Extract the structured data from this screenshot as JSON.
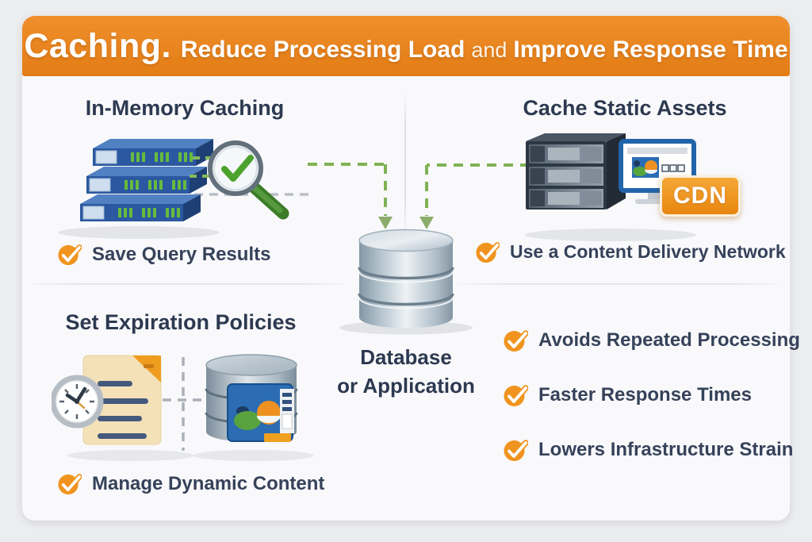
{
  "header": {
    "title": "Caching.",
    "subtitle_bold": "Reduce Processing Load",
    "subtitle_connector": "and",
    "subtitle_tail": "Improve Response Time"
  },
  "quadrants": {
    "in_memory": {
      "title": "In-Memory Caching",
      "bullet": "Save Query Results"
    },
    "static_assets": {
      "title": "Cache Static Assets",
      "badge": "CDN",
      "bullet": "Use a Content Delivery Network"
    },
    "expiration": {
      "title": "Set Expiration Policies",
      "bullet": "Manage Dynamic Content"
    },
    "benefits": {
      "items": [
        {
          "label": "Avoids Repeated Processing"
        },
        {
          "label": "Faster Response Times"
        },
        {
          "label": "Lowers Infrastructure Strain"
        }
      ]
    }
  },
  "center": {
    "label_line1": "Database",
    "label_line2": "or Application"
  },
  "icons": {
    "check": "check-circle-icon",
    "server_stack": "server-stack-icon",
    "magnifier": "magnifier-check-icon",
    "rack": "rack-server-icon",
    "monitor": "monitor-webpage-icon",
    "database": "database-cylinder-icon",
    "document": "expiration-document-icon",
    "clock": "clock-icon",
    "media_card": "cached-media-icon"
  },
  "colors": {
    "page_bg": "#ECEDEF",
    "card_bg": "#F9F9FB",
    "header_bg": "#E8831D",
    "accent_orange": "#F0941F",
    "navy_text": "#2C3950",
    "connector_green": "#74AB45"
  }
}
